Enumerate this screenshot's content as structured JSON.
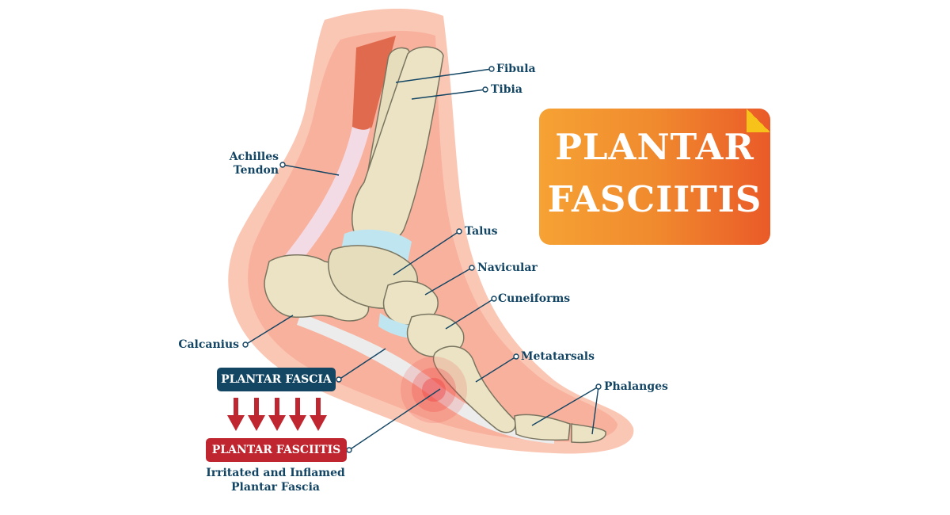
{
  "title": {
    "line1": "PLANTAR",
    "line2": "FASCIITIS",
    "gradient_start": "#f6a234",
    "gradient_end": "#ea5a28",
    "corner_fold_color": "#f7c21a"
  },
  "labels": {
    "fibula": "Fibula",
    "tibia": "Tibia",
    "achilles_line1": "Achilles",
    "achilles_line2": "Tendon",
    "talus": "Talus",
    "navicular": "Navicular",
    "cuneiforms": "Cuneiforms",
    "calcanius": "Calcanius",
    "metatarsals": "Metatarsals",
    "phalanges": "Phalanges"
  },
  "legend": {
    "plantar_fascia": "PLANTAR FASCIA",
    "plantar_fasciitis": "PLANTAR FASCIITIS",
    "caption_line1": "Irritated and Inflamed",
    "caption_line2": "Plantar Fascia",
    "arrow_count": 5,
    "fascia_box_color": "#134663",
    "fasciitis_box_color": "#c0262f",
    "arrow_color": "#c0262f"
  },
  "colors": {
    "skin_outer": "#fbc7b5",
    "skin_inner": "#f6a48f",
    "bone": "#ebe3c4",
    "bone_outline": "#7a7560",
    "cartilage": "#bfe6f0",
    "tendon": "#f3dbe6",
    "muscle": "#e06a4e",
    "label_text": "#124463",
    "inflammation": "#f04848"
  }
}
